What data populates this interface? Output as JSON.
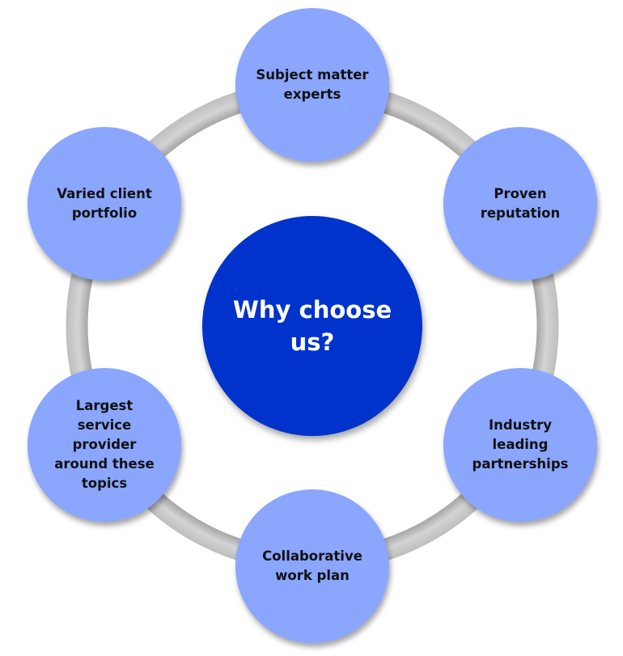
{
  "center": {
    "label": "Why choose us?"
  },
  "nodes": [
    {
      "label": "Subject matter experts"
    },
    {
      "label": "Proven reputation"
    },
    {
      "label": "Industry leading partnerships"
    },
    {
      "label": "Collaborative work plan"
    },
    {
      "label": "Largest service provider around these topics"
    },
    {
      "label": "Varied client portfolio"
    }
  ],
  "colors": {
    "node": "#8AA6FF",
    "center": "#0033CC",
    "ring": "#D0D0D0"
  }
}
